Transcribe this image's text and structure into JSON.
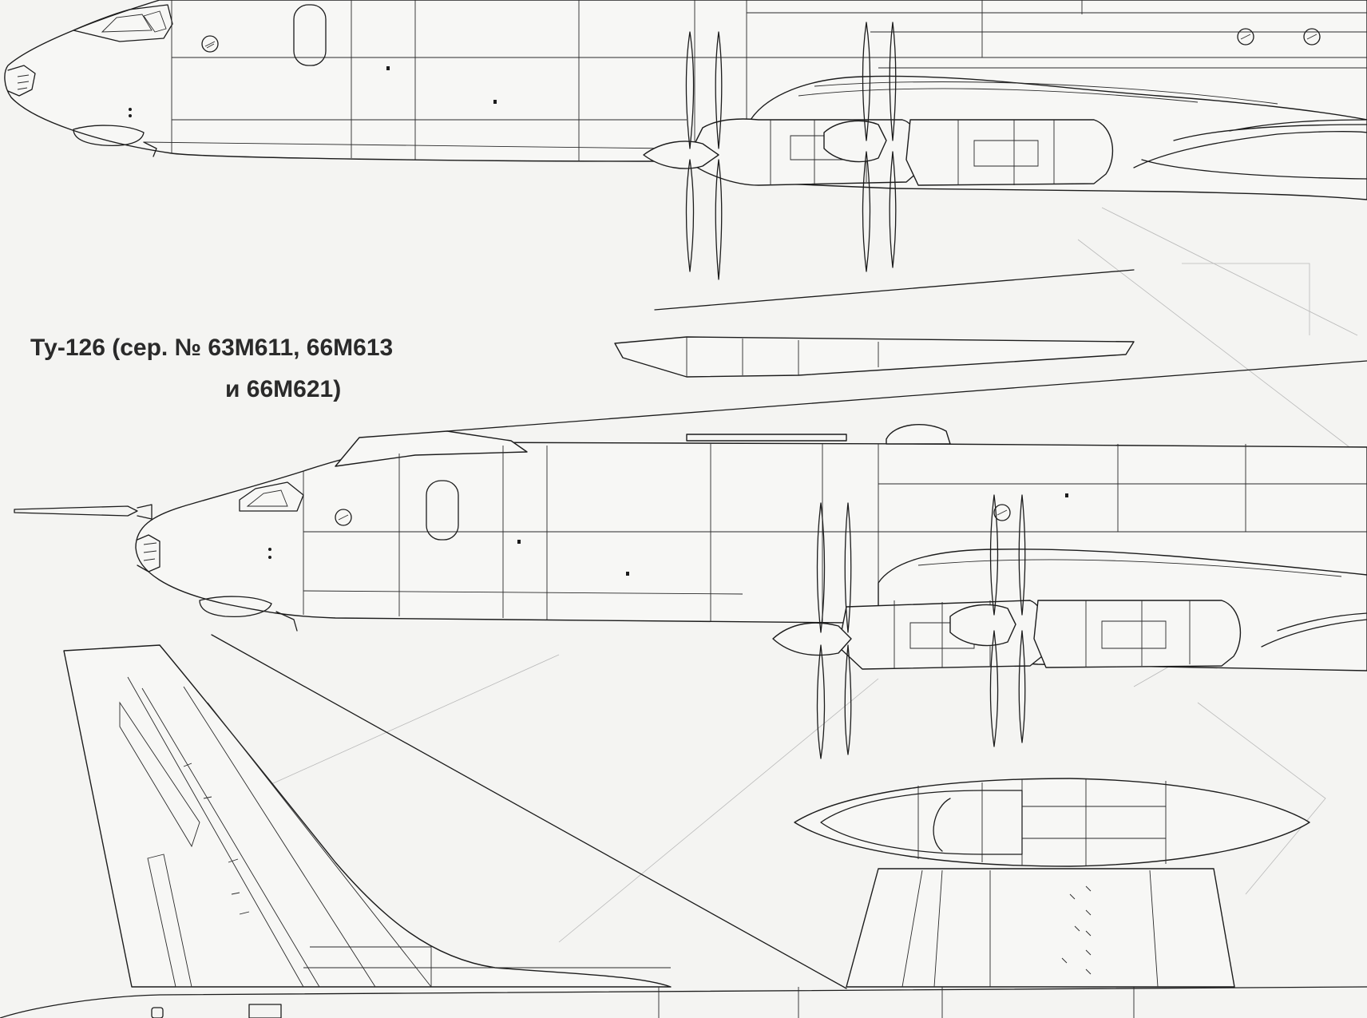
{
  "figure": {
    "title_line1": "Ту-126 (сер. № 63М611, 66М613",
    "title_line2": "и 66М621)"
  },
  "colors": {
    "paper": "#f4f4f2",
    "line": "#1c1c1c",
    "title_text": "#2a2a2a",
    "bleed_through": "#b9b9b9"
  },
  "views": [
    "upper-side-view-nose-and-engines",
    "lower-side-view-with-refuel-probe",
    "tail-fin",
    "radar-rotodome"
  ]
}
